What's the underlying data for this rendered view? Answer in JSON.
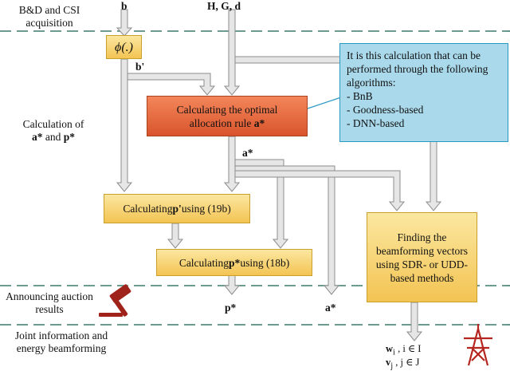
{
  "stages": {
    "acquisition": "B&D and CSI acquisition",
    "calculation_line1": "Calculation of",
    "calculation_line2_a": "a*",
    "calculation_line2_and": " and ",
    "calculation_line2_p": "p*",
    "announcing": "Announcing auction results",
    "beamforming": "Joint information and energy beamforming"
  },
  "inputs": {
    "b": "b",
    "hgd": "H, G, d",
    "b_prime": "b'",
    "a_star": "a*"
  },
  "boxes": {
    "phi": "ϕ(.)",
    "optimal_line1": "Calculating the optimal",
    "optimal_line2_prefix": "allocation rule ",
    "optimal_line2_var": "a*",
    "p_prime_prefix": "Calculating ",
    "p_prime_var": "p'",
    "p_prime_suffix": " using (19b)",
    "p_star_prefix": "Calculating ",
    "p_star_var": "p*",
    "p_star_suffix": " using (18b)",
    "beamforming_text": "Finding the beamforming vectors using SDR- or UDD-based methods"
  },
  "callout": {
    "text": "It is this calculation that can be performed through the following algorithms:",
    "items": [
      "BnB",
      "Goodness-based",
      "DNN-based"
    ]
  },
  "outputs": {
    "p_star": "p*",
    "a_star": "a*",
    "w_var": "w",
    "w_sub": "i",
    "w_set": " , i ∈ I",
    "v_var": "v",
    "v_sub": "j",
    "v_set": " , j ∈ J"
  },
  "colors": {
    "divider": "#3c7a6c",
    "yellow_box": "#f3c453",
    "orange_box": "#d9542c",
    "callout_fill": "#a9d9ea",
    "callout_border": "#2a98c0",
    "arrow_fill": "#e6e6e6",
    "arrow_stroke": "#8c8c8c",
    "icon_red": "#b5261e",
    "gavel_red": "#a0231b"
  },
  "icons": [
    "brain-gear-icon",
    "gavel-icon",
    "transmission-tower-icon"
  ]
}
